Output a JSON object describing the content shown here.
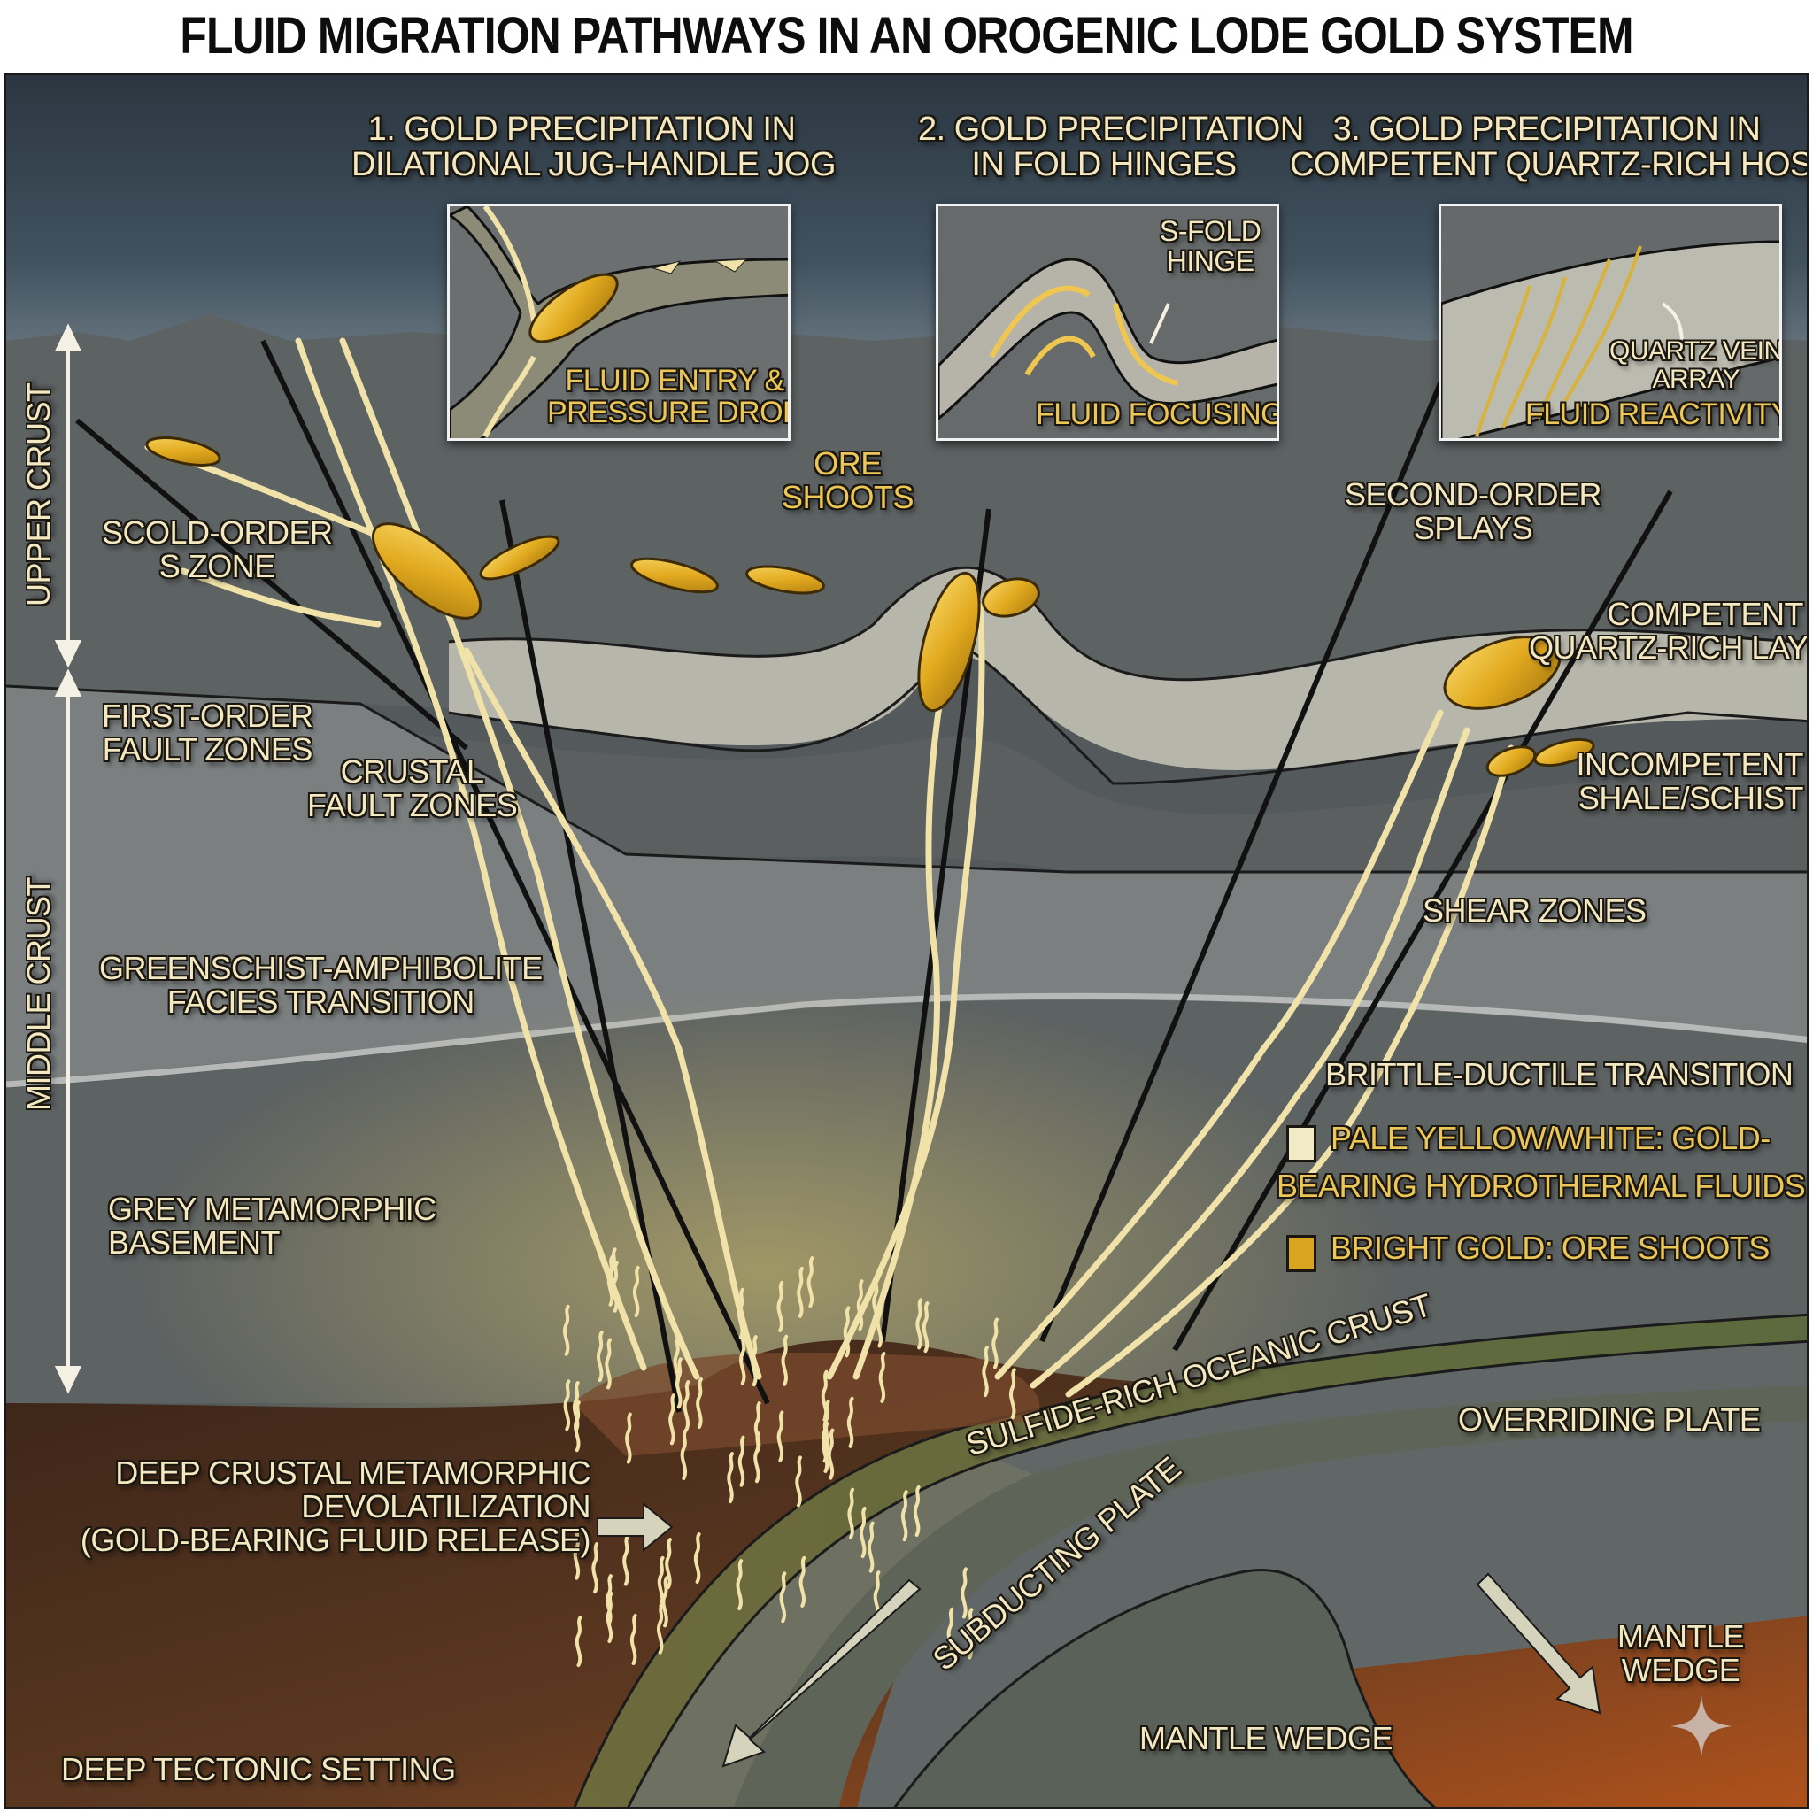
{
  "title": "FLUID MIGRATION PATHWAYS IN AN OROGENIC LODE GOLD SYSTEM",
  "insets": [
    {
      "heading_line1": "1. GOLD PRECIPITATION IN",
      "heading_line2": "DILATIONAL JUG-HANDLE JOG",
      "caption_line1": "FLUID ENTRY &",
      "caption_line2": "PRESSURE DROP"
    },
    {
      "heading_line1": "2. GOLD PRECIPITATION",
      "heading_line2": "IN FOLD HINGES",
      "callout_line1": "S-FOLD",
      "callout_line2": "HINGE",
      "caption": "FLUID FOCUSING"
    },
    {
      "heading_line1": "3. GOLD PRECIPITATION IN",
      "heading_line2": "COMPETENT QUARTZ-RICH HOST ROCK",
      "callout_line1": "QUARTZ VEIN",
      "callout_line2": "ARRAY",
      "caption": "FLUID REACTIVITY"
    }
  ],
  "depth_scale": {
    "upper": "UPPER CRUST",
    "middle": "MIDDLE CRUST"
  },
  "labels": {
    "scold_order_line1": "SCOLD-ORDER",
    "scold_order_line2": "S ZONE",
    "first_order_line1": "FIRST-ORDER",
    "first_order_line2": "FAULT ZONES",
    "crustal_fault_line1": "CRUSTAL",
    "crustal_fault_line2": "FAULT ZONES",
    "ore_shoots_line1": "ORE",
    "ore_shoots_line2": "SHOOTS",
    "second_order_line1": "SECOND-ORDER",
    "second_order_line2": "SPLAYS",
    "competent_line1": "COMPETENT",
    "competent_line2": "QUARTZ-RICH LAYER",
    "incompetent_line1": "INCOMPETENT",
    "incompetent_line2": "SHALE/SCHIST",
    "shear_zones": "SHEAR ZONES",
    "greenschist_line1": "GREENSCHIST-AMPHIBOLITE",
    "greenschist_line2": "FACIES TRANSITION",
    "brittle_ductile": "BRITTLE-DUCTILE TRANSITION",
    "grey_basement_line1": "GREY METAMORPHIC",
    "grey_basement_line2": "BASEMENT",
    "devol_line1": "DEEP CRUSTAL METAMORPHIC",
    "devol_line2": "DEVOLATILIZATION",
    "devol_line3": "(GOLD-BEARING FLUID RELEASE)",
    "sulfide_crust": "SULFIDE-RICH OCEANIC CRUST",
    "overriding_plate": "OVERRIDING PLATE",
    "subducting_plate": "SUBDUCTING PLATE",
    "mantle_wedge_right_line1": "MANTLE",
    "mantle_wedge_right_line2": "WEDGE",
    "mantle_wedge_bottom": "MANTLE WEDGE",
    "deep_tectonic": "DEEP TECTONIC SETTING"
  },
  "legend": [
    {
      "line1": "PALE YELLOW/WHITE: GOLD-",
      "line2": "BEARING HYDROTHERMAL FLUIDS",
      "color": "#f3ebc8"
    },
    {
      "line1": "BRIGHT GOLD: ORE SHOOTS",
      "line2": "",
      "color": "#d9a521"
    }
  ],
  "colors": {
    "fluid": "#f0e2a8",
    "ore": "#e0ad22",
    "rock_dark": "#4d5254",
    "rock_mid": "#777b7c",
    "quartz_layer": "#b9b8ac",
    "mantle": "#6b3f22",
    "sky": "#3e4f5c"
  }
}
